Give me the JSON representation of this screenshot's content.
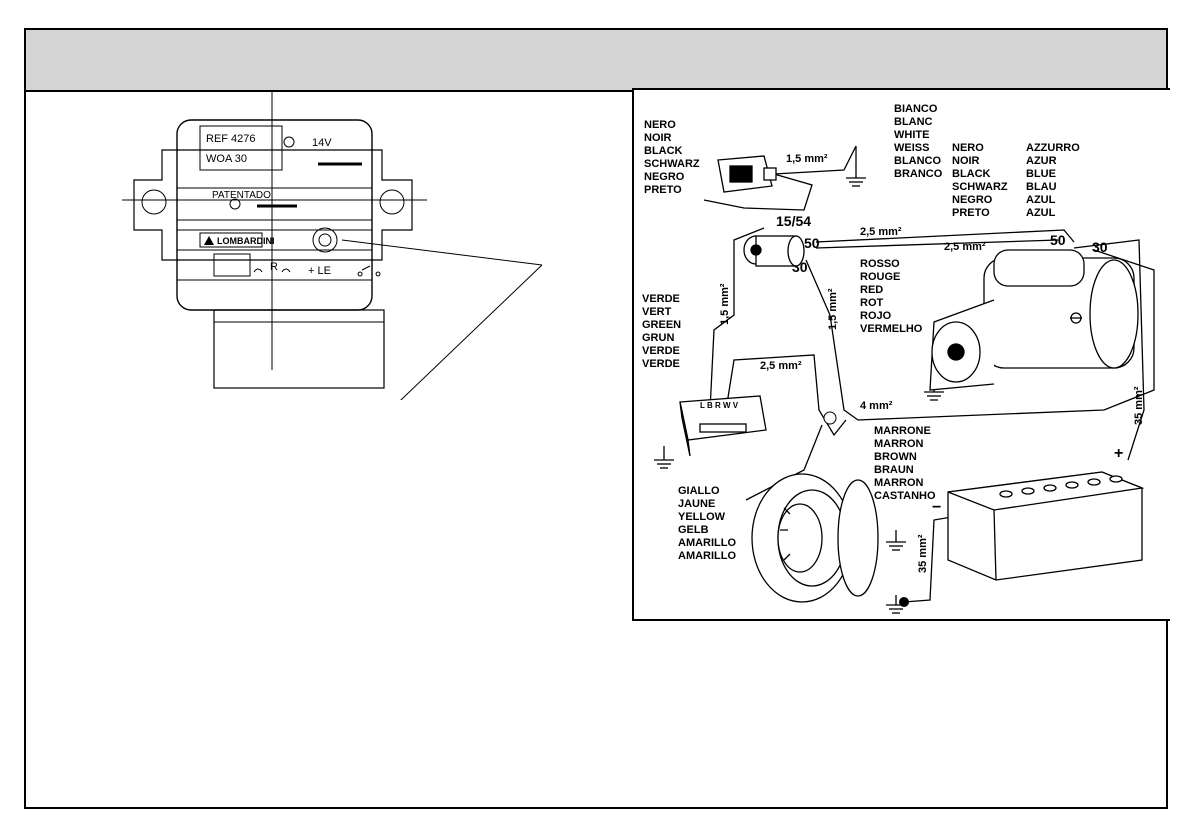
{
  "regulator": {
    "ref": "REF 4276",
    "model": "WOA 30",
    "voltage": "14V",
    "patent": "PATENTADO",
    "brand": "LOMBARDINI",
    "terminal_r": "R",
    "terminal_le": "+ LE"
  },
  "wiring": {
    "black_top": [
      "NERO",
      "NOIR",
      "BLACK",
      "SCHWARZ",
      "NEGRO",
      "PRETO"
    ],
    "white": [
      "BIANCO",
      "BLANC",
      "WHITE",
      "WEISS",
      "BLANCO",
      "BRANCO"
    ],
    "black_mid": [
      "NERO",
      "NOIR",
      "BLACK",
      "SCHWARZ",
      "NEGRO",
      "PRETO"
    ],
    "blue": [
      "AZZURRO",
      "AZUR",
      "BLUE",
      "BLAU",
      "AZUL",
      "AZUL"
    ],
    "red": [
      "ROSSO",
      "ROUGE",
      "RED",
      "ROT",
      "ROJO",
      "VERMELHO"
    ],
    "green": [
      "VERDE",
      "VERT",
      "GREEN",
      "GRUN",
      "VERDE",
      "VERDE"
    ],
    "brown": [
      "MARRONE",
      "MARRON",
      "BROWN",
      "BRAUN",
      "MARRON",
      "CASTANHO"
    ],
    "yellow": [
      "GIALLO",
      "JAUNE",
      "YELLOW",
      "GELB",
      "AMARILLO",
      "AMARILLO"
    ],
    "sizes": {
      "s15_top": "1,5 mm²",
      "s25_a": "2,5 mm²",
      "s25_b": "2,5 mm²",
      "s15_v1": "1,5 mm²",
      "s15_v2": "1,5 mm²",
      "s25_c": "2,5 mm²",
      "s4": "4 mm²",
      "s35_a": "35 mm²",
      "s35_b": "35 mm²"
    },
    "terminals": {
      "t1554": "15/54",
      "t50a": "50",
      "t30a": "30",
      "t50b": "50",
      "t30b": "30",
      "plus": "+",
      "minus": "−"
    },
    "reg_pins": "L B R W V"
  }
}
